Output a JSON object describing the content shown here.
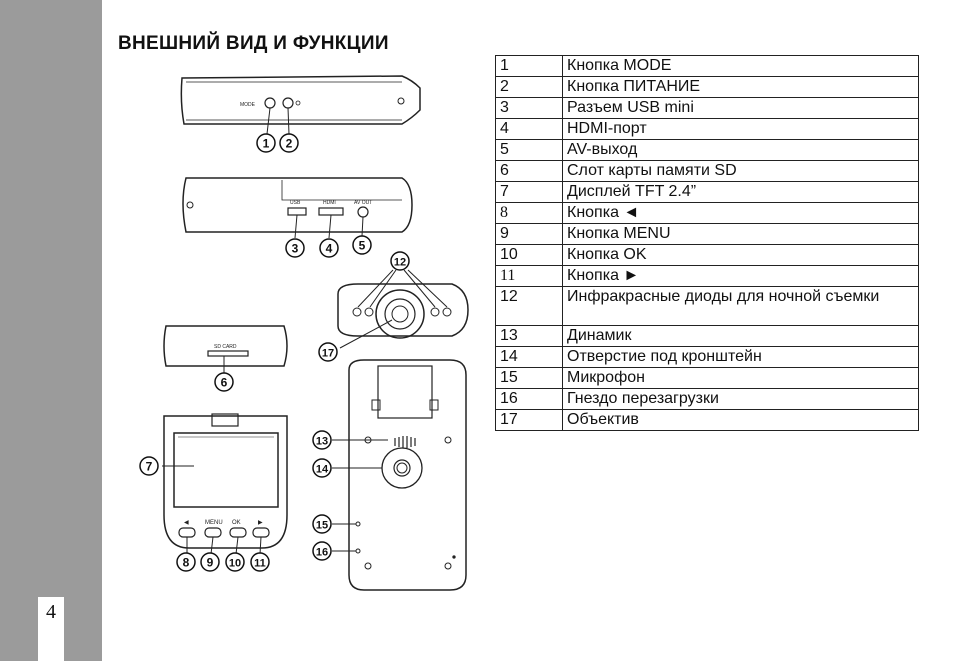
{
  "page": {
    "number": "4",
    "title": "ВНЕШНИЙ ВИД И ФУНКЦИИ"
  },
  "diagram_labels": {
    "mode": "MODE",
    "usb": "USB",
    "hdmi": "HDMI",
    "avout": "AV OUT",
    "sd": "SD CARD",
    "menu": "MENU",
    "ok": "OK",
    "left_glyph": "◀",
    "right_glyph": "▶"
  },
  "callouts": [
    "1",
    "2",
    "3",
    "4",
    "5",
    "6",
    "7",
    "8",
    "9",
    "10",
    "11",
    "12",
    "13",
    "14",
    "15",
    "16",
    "17"
  ],
  "table": {
    "rows": [
      {
        "num": "1",
        "label": "Кнопка MODE"
      },
      {
        "num": "2",
        "label": "Кнопка ПИТАНИЕ"
      },
      {
        "num": "3",
        "label": "Разъем USB mini"
      },
      {
        "num": "4",
        "label": "HDMI-порт"
      },
      {
        "num": "5",
        "label": "AV-выход"
      },
      {
        "num": "6",
        "label": "Слот карты памяти SD"
      },
      {
        "num": "7",
        "label": "Дисплей TFT 2.4”"
      },
      {
        "num": "8",
        "label": "Кнопка ◄"
      },
      {
        "num": "9",
        "label": "Кнопка MENU"
      },
      {
        "num": "10",
        "label": "Кнопка OK"
      },
      {
        "num": "11",
        "label": "Кнопка ►"
      },
      {
        "num": "12",
        "label": "Инфракрасные диоды для ночной съемки"
      },
      {
        "num": "13",
        "label": "Динамик"
      },
      {
        "num": "14",
        "label": "Отверстие под кронштейн"
      },
      {
        "num": "15",
        "label": "Микрофон"
      },
      {
        "num": "16",
        "label": "Гнездо перезагрузки"
      },
      {
        "num": "17",
        "label": "Объектив"
      }
    ]
  },
  "colors": {
    "sidebar": "#9b9b9b",
    "ink": "#111111"
  }
}
